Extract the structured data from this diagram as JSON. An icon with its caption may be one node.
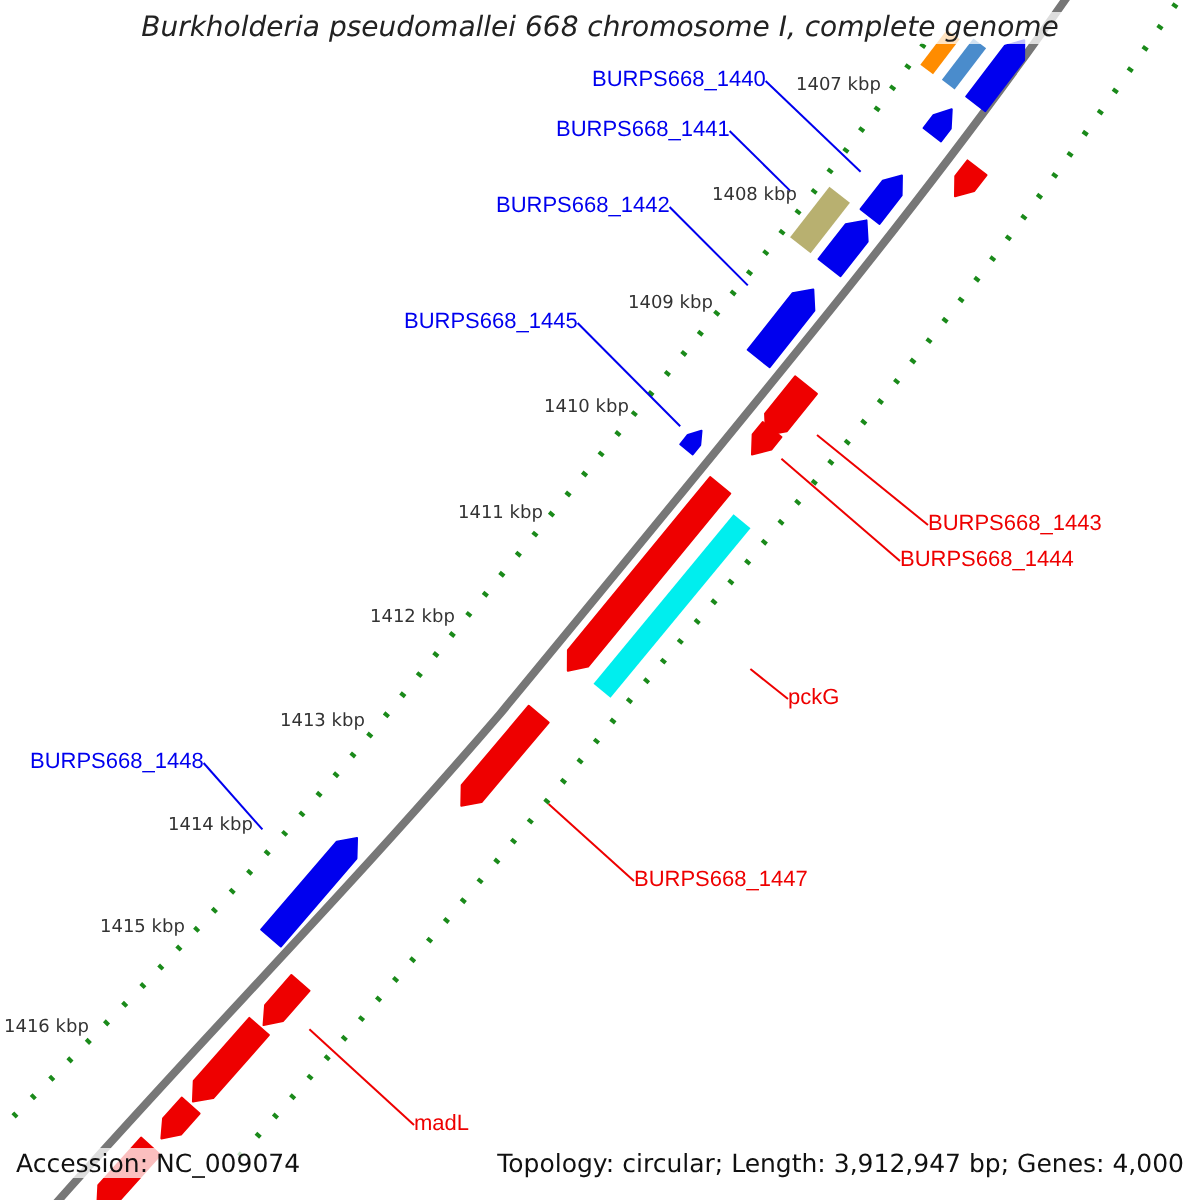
{
  "diagram": {
    "title": "Burkholderia pseudomallei 668 chromosome I, complete genome",
    "nodes": [
      {
        "text": [
          "BURPS668_1440"
        ]
      },
      {
        "text": [
          "BURPS668_1441"
        ]
      },
      {
        "text": [
          "BURPS668_1442"
        ]
      },
      {
        "text": [
          "BURPS668_1445"
        ]
      },
      {
        "text": [
          "BURPS668_1443"
        ]
      },
      {
        "text": [
          "BURPS668_1444"
        ]
      },
      {
        "text": [
          "pckG"
        ]
      },
      {
        "text": [
          "BURPS668_1448"
        ]
      },
      {
        "text": [
          "BURPS668_1447"
        ]
      },
      {
        "text": [
          "madL"
        ]
      },
      {
        "text": [],
        "shape": "bar"
      },
      {
        "text": [],
        "shape": "bar"
      },
      {
        "text": [],
        "shape": "arrow"
      },
      {
        "text": [],
        "shape": "arrow"
      },
      {
        "text": [],
        "shape": "arrow"
      },
      {
        "text": [],
        "shape": "arrow"
      },
      {
        "text": [],
        "shape": "bar"
      },
      {
        "text": [],
        "shape": "arrow"
      },
      {
        "text": [],
        "shape": "arrow"
      },
      {
        "text": [],
        "shape": "arrow"
      },
      {
        "text": [],
        "shape": "arrow"
      },
      {
        "text": [],
        "shape": "arrow"
      },
      {
        "text": [],
        "shape": "arrow"
      },
      {
        "text": [],
        "shape": "bar"
      },
      {
        "text": [],
        "shape": "arrow"
      },
      {
        "text": [],
        "shape": "arrow"
      },
      {
        "text": [],
        "shape": "arrow"
      },
      {
        "text": [],
        "shape": "arrow"
      },
      {
        "text": [],
        "shape": "arrow"
      },
      {
        "text": [],
        "shape": "arrow"
      }
    ],
    "edges": [
      {
        "from": 0,
        "to": 15,
        "arrow": "none"
      },
      {
        "from": 1,
        "to": 16,
        "arrow": "none"
      },
      {
        "from": 2,
        "to": 18,
        "arrow": "none"
      },
      {
        "from": 3,
        "to": 20,
        "arrow": "none"
      },
      {
        "from": 4,
        "to": 19,
        "arrow": "none",
        "color": "#ee0000"
      },
      {
        "from": 5,
        "to": 21,
        "arrow": "none",
        "color": "#ee0000"
      },
      {
        "from": 6,
        "to": 23,
        "arrow": "none",
        "color": "#ee0000"
      },
      {
        "from": 7,
        "to": 25,
        "arrow": "none"
      },
      {
        "from": 8,
        "to": 24,
        "arrow": "none",
        "color": "#ee0000"
      },
      {
        "from": 9,
        "to": 26,
        "arrow": "none",
        "color": "#ee0000"
      }
    ],
    "labels": [
      "1407 kbp",
      "1408 kbp",
      "1409 kbp",
      "1410 kbp",
      "1411 kbp",
      "1412 kbp",
      "1413 kbp",
      "1414 kbp",
      "1415 kbp",
      "1416 kbp",
      "Accession: NC_009074",
      "Topology: circular; Length: 3,912,947 bp; Genes: 4,000"
    ]
  }
}
